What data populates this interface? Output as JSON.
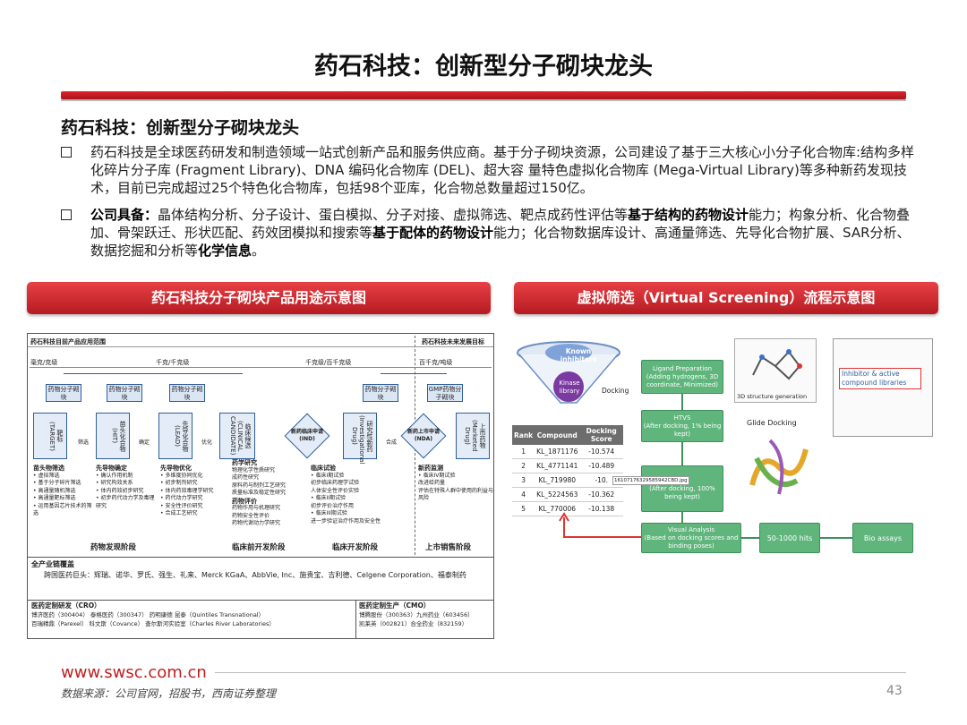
{
  "title": "药石科技：创新型分子砌块龙头",
  "subtitle": "药石科技：创新型分子砌块龙头",
  "bullet1": "药石科技是全球医药研发和制造领域一站式创新产品和服务供应商。基于分子砌块资源，公司建设了基于三大核心小分子化合物库:结构多样化碎片分子库 (Fragment Library)、DNA 编码化合物库 (DEL)、超大容 量特色虚拟化合物库 (Mega-Virtual Library)等多种新药发现技术，目前已完成超过25个特色化合物库，包括98个亚库，化合物总数量超过150亿。",
  "bullet2": {
    "label": "公司具备：",
    "t1": "晶体结构分析、分子设计、蛋白模拟、分子对接、虚拟筛选、靶点成药性评估等",
    "b1": "基于结构的药物设计",
    "t2": "能力；构象分析、化合物叠加、骨架跃迁、形状匹配、药效团模拟和搜索等",
    "b2": "基于配体的药物设计",
    "t3": "能力；化合物数据库设计、高通量筛选、先导化合物扩展、SAR分析、数据挖掘和分析等",
    "b3": "化学信息",
    "t4": "。"
  },
  "banner_left": "药石科技分子砌块产品用途示意图",
  "banner_right": "虚拟筛选（Virtual Screening）流程示意图",
  "left": {
    "head_main": "药石科技目前产品应用范围",
    "head_future": "药石科技未来发展目标",
    "scale1": "毫克/克级",
    "scale2": "千克/千克级",
    "scale3": "千克级/百千克级",
    "scale4": "百千克/吨级",
    "box_a": "药物分子砌块",
    "box_b": "药物分子砌块",
    "box_c": "药物分子砌块",
    "box_d": "药物分子砌块",
    "box_e": "GMP药物分子砌块",
    "stage1": "靶标(TARGET)",
    "stage2": "苗头化合物(HIT)",
    "stage3": "先导化合物(LEAD)",
    "stage4": "临床候选(CLINICAL CANDIDATE)",
    "stage5": "上市药物(Marketed Drug)",
    "flow1": "筛选",
    "flow2": "确定",
    "flow3": "优化",
    "flow4": "合成",
    "dia1": "新药临床申请(IND)",
    "dia2": "新药上市申请(NDA)",
    "stage_ind": "研究性新药(Investigational Drug)",
    "c1_h": "苗头物筛选",
    "c1": "• 虚拟筛选\n• 基于分子碎片筛选\n• 高通量随机筛选\n• 高通量靶标筛选\n• 运用基因芯片技术的筛选",
    "c2_h": "先导物确定",
    "c2": "• 确认作用机制\n• 研究构效关系\n• 体内药效初步研究\n• 初步药代动力学及毒理研究",
    "c3_h": "先导物优化",
    "c3": "• 多维度协同优化\n• 初步制剂研究\n• 体内药效毒理学研究\n• 药代动力学研究\n• 安全性评价研究\n• 合成工艺研究",
    "c4_h": "药学研究",
    "c4": "物理化学性质研究\n成药性研究\n原料药与制剂工艺研究\n质量标准及稳定性研究",
    "c4b_h": "药物评价",
    "c4b": "药物作用与机理研究\n药物安全性评价\n药物代谢动力学研究",
    "c5_h": "临床试验",
    "c5": "• 临床I期试验\n  初步临床药理学试验\n  人体安全性评价实验\n• 临床II期试验\n  初步评价治疗作用\n• 临床III期试验\n  进一步验证治疗作用及安全性",
    "c6_h": "新药监测",
    "c6": "• 临床IV期试验\n  改进给药量\n  评估在特殊人群中使用的利益与风险",
    "ph1": "药物发现阶段",
    "ph2": "临床前开发阶段",
    "ph3": "临床开发阶段",
    "ph4": "上市销售阶段",
    "chain_h": "全产业链覆盖",
    "chain": "跨国医药巨头：辉瑞、诺华、罗氏、强生、礼来、Merck KGaA、AbbVie, Inc、施贵宝、吉利德、Celgene Corporation、福泰制药",
    "cro_h": "医药定制研发（CRO）",
    "cro1": "博济医药（300404）    泰格医药（300347）    药明康德    昆泰（Quintiles Transnational）",
    "cro2": "百瑞精鼎（Parexel）    科文斯（Covance）    查尔斯河实验室（Charles River Laboratories）",
    "cmo_h": "医药定制生产（CMO）",
    "cmo1": "博腾股份（300363）九州药业（603456）",
    "cmo2": "凯莱英（002821）合全药业（832159）"
  },
  "right": {
    "funnel_top": "Known inhibitors",
    "funnel_bottom": "Kinase library",
    "docking": "Docking",
    "ligand": "Ligand Preparation\n(Adding hydrogens, 3D coordinate, Minimized)",
    "gen3d": "3D structure generation",
    "inhibitor_label": "Inhibitor & active compound libraries",
    "htvs": "HTVS\n(After docking, 1% being kept)",
    "glide": "Glide Docking",
    "sp": "SP\n(After docking, 100% being kept)",
    "sp_overlay": "16107176329585942CBD.jpg",
    "visual": "Visual Analysis\n(Based on docking scores and binding poses)",
    "hits": "50-1000 hits",
    "bio": "Bio assays",
    "table": {
      "headers": [
        "Rank",
        "Compound",
        "Docking Score"
      ],
      "rows": [
        [
          "1",
          "KL_1871176",
          "-10.574"
        ],
        [
          "2",
          "KL_4771141",
          "-10.489"
        ],
        [
          "3",
          "KL_719980",
          "-10."
        ],
        [
          "4",
          "KL_5224563",
          "-10.362"
        ],
        [
          "5",
          "KL_770006",
          "-10.138"
        ]
      ]
    }
  },
  "footer_url": "www.swsc.com.cn",
  "source": "数据来源：公司官网，招股书，西南证券整理",
  "page_number": "43",
  "colors": {
    "accent": "#c8242b",
    "green": "#5fb57c",
    "blue": "#2e5d9a"
  }
}
